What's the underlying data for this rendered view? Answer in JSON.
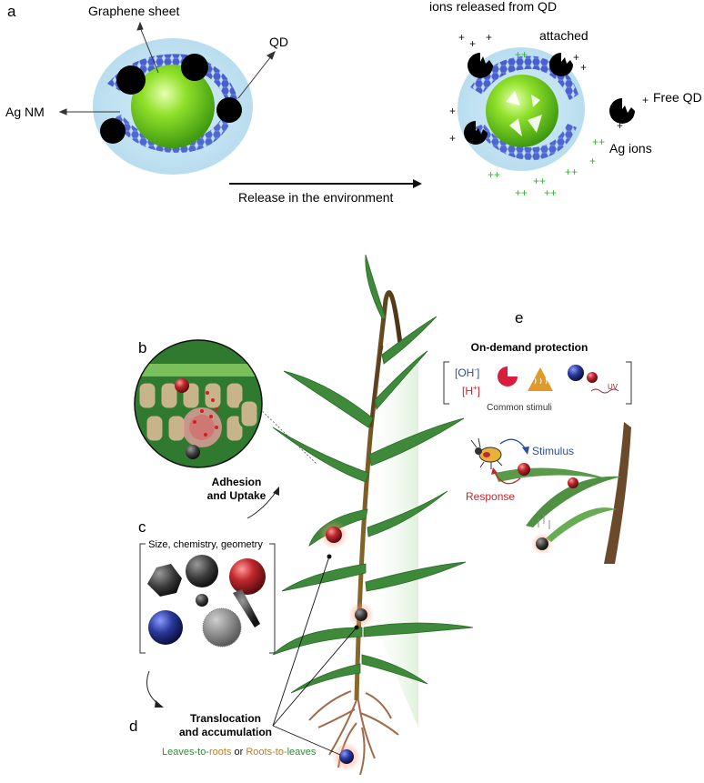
{
  "panel_a": {
    "letter": "a",
    "labels": {
      "graphene": "Graphene sheet",
      "qd": "QD",
      "ag_nm": "Ag NM",
      "ions_released": "ions released from QD",
      "attached": "attached",
      "free_qd": "Free QD",
      "ag_ions": "Ag ions",
      "release": "Release in the environment"
    },
    "plus": "+",
    "double_plus": "++"
  },
  "panel_b": {
    "letter": "b",
    "title_line1": "Adhesion",
    "title_line2": "and Uptake"
  },
  "panel_c": {
    "letter": "c",
    "caption": "Size, chemistry, geometry"
  },
  "panel_d": {
    "letter": "d",
    "title_line1": "Translocation",
    "title_line2": "and accumulation",
    "leaves_to": "Leaves-to-",
    "roots": "roots",
    "or": " or ",
    "roots_to": "Roots-to-",
    "leaves": "leaves"
  },
  "panel_e": {
    "letter": "e",
    "title": "On-demand protection",
    "oh": "[OH",
    "oh_sup": "-",
    "oh_close": "]",
    "h": "[H",
    "h_sup": "+",
    "h_close": "]",
    "uv": "UV",
    "stimuli": "Common stimuli",
    "stimulus": "Stimulus",
    "response": "Response"
  },
  "colors": {
    "green_core": "#7ed321",
    "ag_black": "#000000",
    "ion_green": "#2db82d",
    "red_particle": "#c0282d",
    "blue_particle": "#2a3a9a",
    "leaf_green": "#3f8a3a",
    "stem_brown": "#6b4a2b",
    "stimulus_blue": "#2a4ea0",
    "response_red": "#c0282d"
  }
}
